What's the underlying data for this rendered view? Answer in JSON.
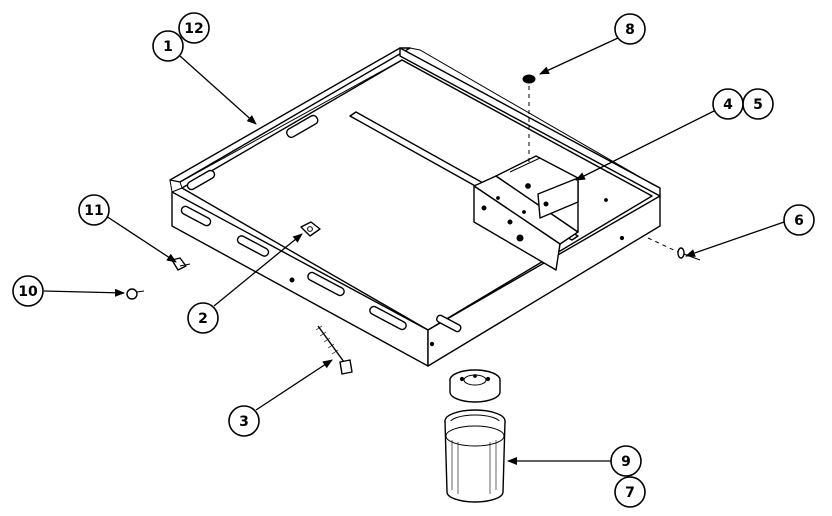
{
  "callouts": {
    "c1": "1",
    "c12": "12",
    "c8": "8",
    "c4": "4",
    "c5": "5",
    "c6": "6",
    "c11": "11",
    "c10": "10",
    "c2": "2",
    "c3": "3",
    "c9": "9",
    "c7": "7"
  }
}
